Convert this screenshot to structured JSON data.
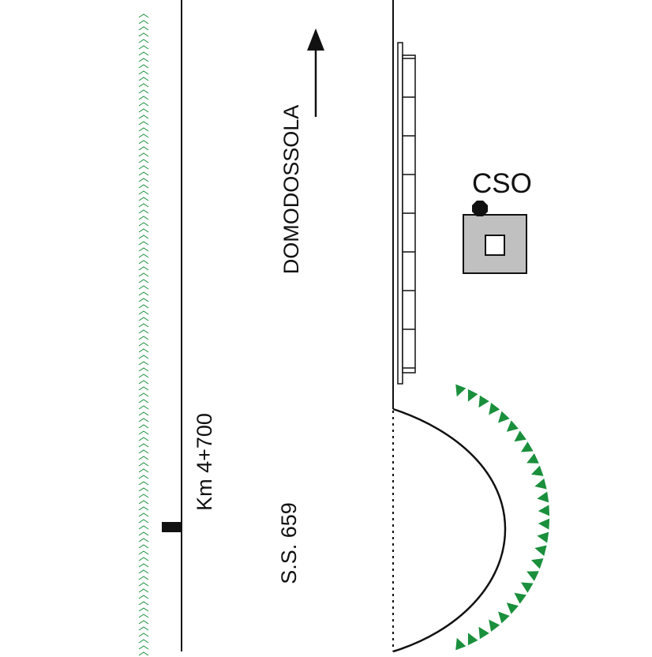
{
  "labels": {
    "direction": "DOMODOSSOLA",
    "road": "S.S. 659",
    "kilometer": "Km 4+700",
    "building": "CSO"
  },
  "colors": {
    "line": "#111111",
    "vegetation": "#1a8f3c",
    "building_fill": "#c0c0c0",
    "background": "#ffffff"
  },
  "icons": {
    "direction_arrow": "arrow-up-icon",
    "building": "building-icon",
    "marker": "km-marker-icon"
  }
}
